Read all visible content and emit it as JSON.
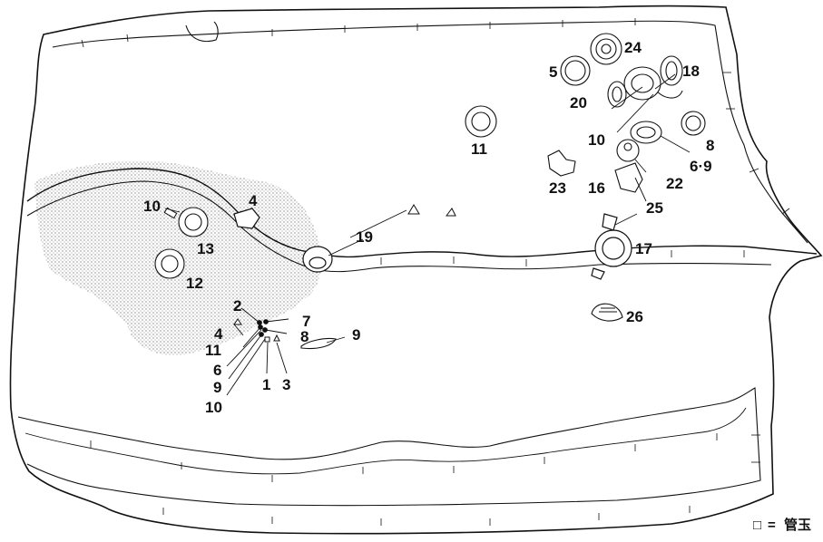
{
  "labels": [
    {
      "id": "a24",
      "text": "24"
    },
    {
      "id": "a5",
      "text": "5"
    },
    {
      "id": "a18",
      "text": "18"
    },
    {
      "id": "a20",
      "text": "20"
    },
    {
      "id": "a11",
      "text": "11"
    },
    {
      "id": "a10r",
      "text": "10"
    },
    {
      "id": "a8r",
      "text": "8"
    },
    {
      "id": "a69",
      "text": "6·9"
    },
    {
      "id": "a23",
      "text": "23"
    },
    {
      "id": "a16",
      "text": "16"
    },
    {
      "id": "a22",
      "text": "22"
    },
    {
      "id": "a25",
      "text": "25"
    },
    {
      "id": "a17",
      "text": "17"
    },
    {
      "id": "a26",
      "text": "26"
    },
    {
      "id": "a19",
      "text": "19"
    },
    {
      "id": "a10l",
      "text": "10"
    },
    {
      "id": "a4u",
      "text": "4"
    },
    {
      "id": "a13",
      "text": "13"
    },
    {
      "id": "a12",
      "text": "12"
    },
    {
      "id": "a2",
      "text": "2"
    },
    {
      "id": "a7",
      "text": "7"
    },
    {
      "id": "a4l",
      "text": "4"
    },
    {
      "id": "a8l",
      "text": "8"
    },
    {
      "id": "a9r",
      "text": "9"
    },
    {
      "id": "a11l",
      "text": "11"
    },
    {
      "id": "a6",
      "text": "6"
    },
    {
      "id": "a9l",
      "text": "9"
    },
    {
      "id": "a1",
      "text": "1"
    },
    {
      "id": "a3",
      "text": "3"
    },
    {
      "id": "a10b",
      "text": "10"
    }
  ],
  "legend": {
    "symbol": "□",
    "equals": "=",
    "text": "管玉"
  }
}
